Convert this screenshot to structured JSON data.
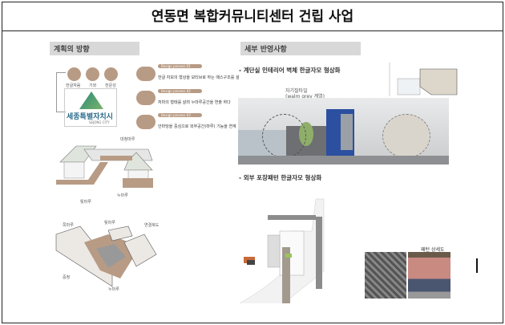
{
  "title": "연동면 복합커뮤니티센터 건립 사업",
  "left": {
    "header": "계획의 방향",
    "icons": [
      "한글자음",
      "기와",
      "전문성"
    ],
    "logo": {
      "name": "세종특별자치시",
      "sub": "SEJONG CITY"
    },
    "process": [
      {
        "label": "Design process 01",
        "text": "한글 자모의 형상을 모티브로 하는 매스구조를 설"
      },
      {
        "label": "Design process 02",
        "text": "처마의 형태를 살려 누마루공간을 연출 하다"
      },
      {
        "label": "Design process 03",
        "text": "안마당을 중심으로 외부공간(마루) 기능을 연계"
      }
    ],
    "hanok_labels": [
      "대청마루",
      "툇마루",
      "누마루"
    ],
    "mass_labels": [
      "쪽마루",
      "툇마루",
      "연결복도",
      "중정",
      "누마루"
    ]
  },
  "right": {
    "header": "세부 반영사항",
    "bullet1": "- 계단실 인테리어 벽체 한글자모 형상화",
    "tile_label": "자기질타일",
    "tile_sub": "(walm grey 계열)",
    "bullet2": "- 외부 포장패턴 한글자모 형상화",
    "pattern_label": "패턴 상세도"
  }
}
